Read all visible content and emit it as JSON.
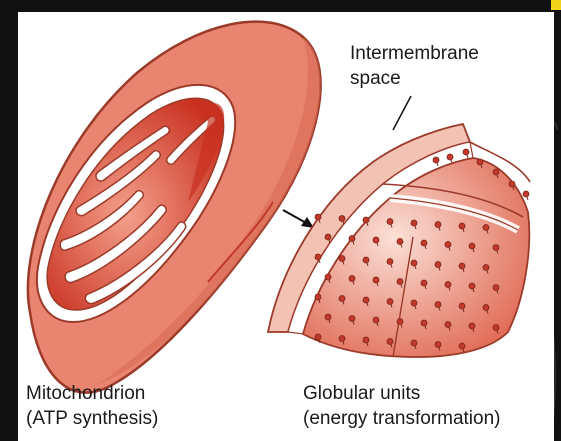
{
  "labels": {
    "intermembrane_line1": "Intermembrane",
    "intermembrane_line2": "space",
    "mito_line1": "Mitochondrion",
    "mito_line2": "(ATP synthesis)",
    "globular_line1": "Globular units",
    "globular_line2": "(energy transformation)"
  },
  "colors": {
    "outer_membrane": "#e8846f",
    "outer_edge": "#9c3a2a",
    "matrix": "#d9402e",
    "cristae": "#ffffff",
    "particle": "#c0392b"
  }
}
